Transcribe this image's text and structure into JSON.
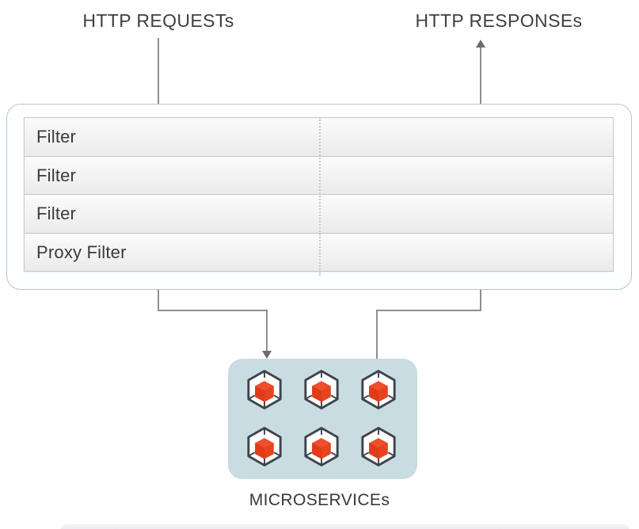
{
  "diagram": {
    "request_label": "HTTP REQUESTs",
    "response_label": "HTTP RESPONSEs",
    "filter_chain": {
      "rows": [
        "Filter",
        "Filter",
        "Filter",
        "Proxy Filter"
      ]
    },
    "microservices": {
      "label": "MICROSERVICEs",
      "instance_count": 6,
      "icon": "cube-in-container-icon"
    },
    "colors": {
      "accent_red": "#e8431f",
      "accent_red_top": "#ef4f2b",
      "accent_red_dark": "#e23a1a",
      "microservices_box_bg": "#c8dce2",
      "container_border": "#b6c4ce",
      "row_border": "#c4c4c4",
      "line_gray": "#8f8f8f",
      "arrowhead_gray": "#6b6b6b",
      "text_dark": "#3f3f3f"
    }
  }
}
